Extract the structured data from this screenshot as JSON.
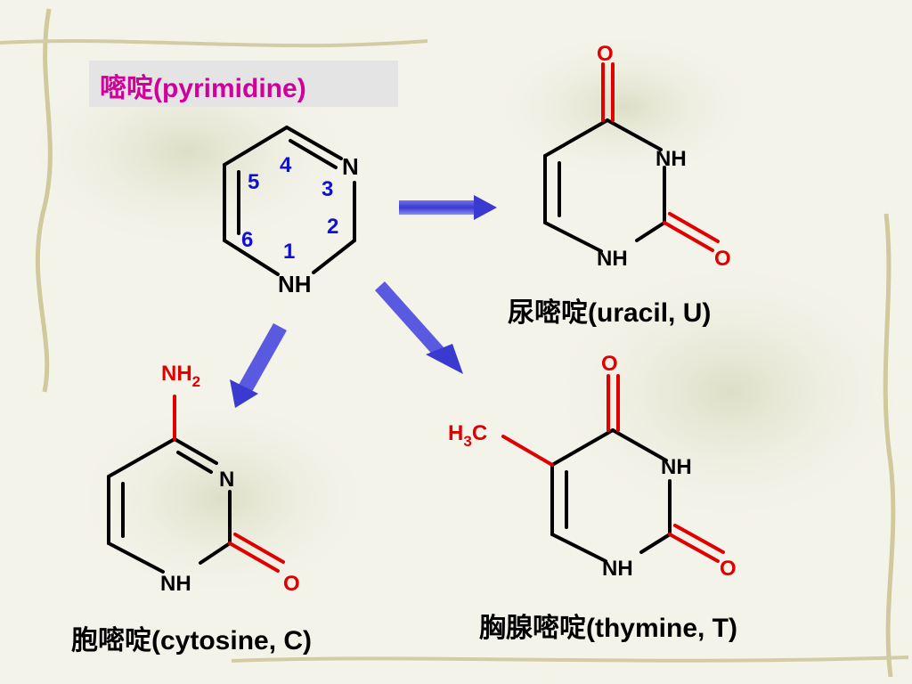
{
  "title": "嘧啶(pyrimidine)",
  "pyrimidine": {
    "atom_n": "N",
    "atom_nh": "NH",
    "positions": [
      "1",
      "2",
      "3",
      "4",
      "5",
      "6"
    ]
  },
  "uracil": {
    "name": "尿嘧啶(uracil, U)",
    "o_top": "O",
    "nh_right": "NH",
    "nh_bottom": "NH",
    "o_right": "O"
  },
  "cytosine": {
    "name": "胞嘧啶(cytosine, C)",
    "nh2_main": "NH",
    "nh2_sub": "2",
    "n_right": "N",
    "nh_bottom": "NH",
    "o_right": "O"
  },
  "thymine": {
    "name": "胸腺嘧啶(thymine, T)",
    "o_top": "O",
    "ch3_h": "H",
    "ch3_sub": "3",
    "ch3_c": "C",
    "nh_right": "NH",
    "nh_bottom": "NH",
    "o_right": "O"
  },
  "colors": {
    "title": "#d0009a",
    "heteroatom_red": "#e00000",
    "position_blue": "#1010d0",
    "arrow_blue": "#5a5ae0"
  }
}
